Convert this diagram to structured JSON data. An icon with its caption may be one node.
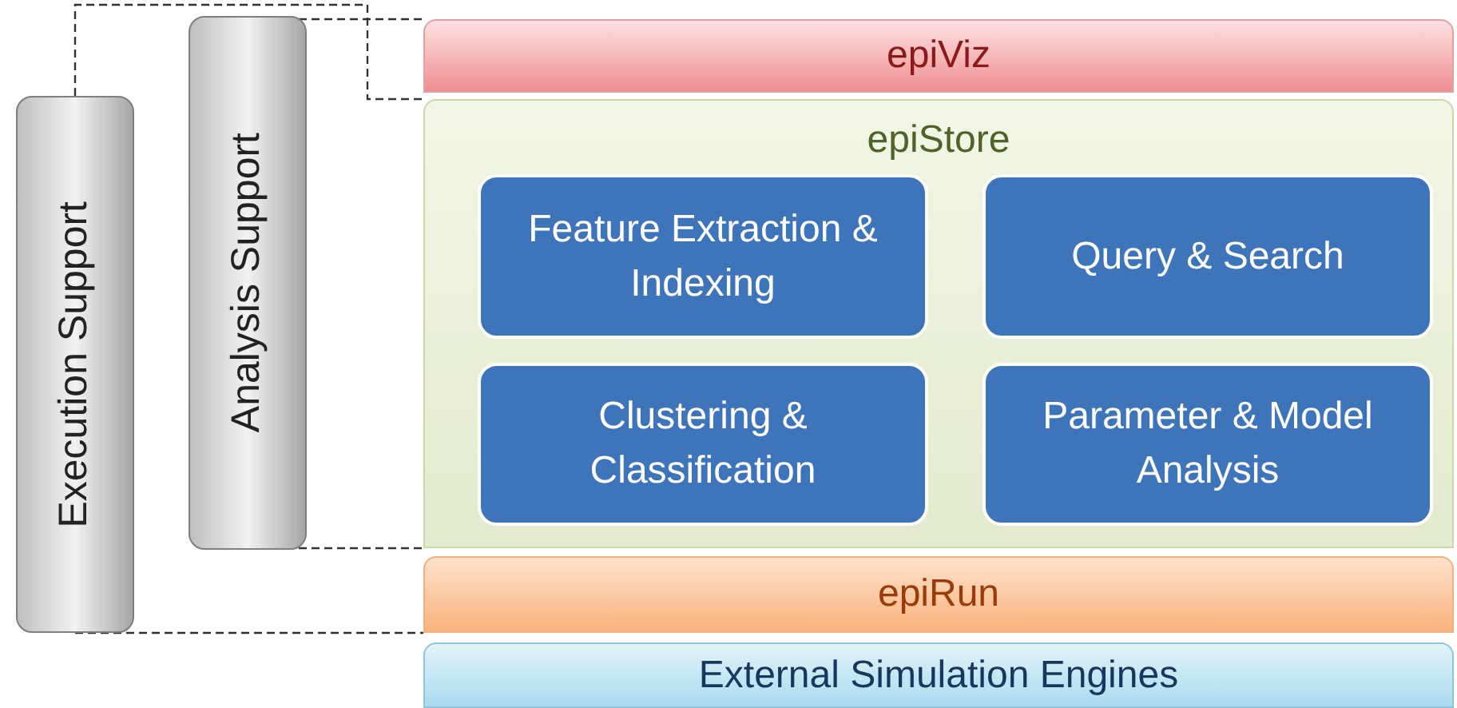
{
  "diagram": {
    "nodes": [
      {
        "text": [
          "Execution Support"
        ]
      },
      {
        "text": [
          "Analysis Support"
        ]
      },
      {
        "text": [
          "epiViz"
        ]
      },
      {
        "text": [
          "epiStore"
        ]
      },
      {
        "text": [
          "Feature Extraction & Indexing"
        ],
        "in": 3
      },
      {
        "text": [
          "Query & Search"
        ],
        "in": 3
      },
      {
        "text": [
          "Clustering & Classification"
        ],
        "in": 3
      },
      {
        "text": [
          "Parameter & Model Analysis"
        ],
        "in": 3
      },
      {
        "text": [
          "epiRun"
        ]
      },
      {
        "text": [
          "External Simulation Engines"
        ]
      }
    ],
    "edges": [
      {
        "from": 1,
        "to": 2,
        "arrow": "none",
        "style": "dashed"
      },
      {
        "from": 0,
        "to": 3,
        "arrow": "none",
        "style": "dashed"
      },
      {
        "from": 1,
        "to": 3,
        "arrow": "none",
        "style": "dashed"
      },
      {
        "from": 0,
        "to": 8,
        "arrow": "none",
        "style": "dashed"
      }
    ]
  }
}
